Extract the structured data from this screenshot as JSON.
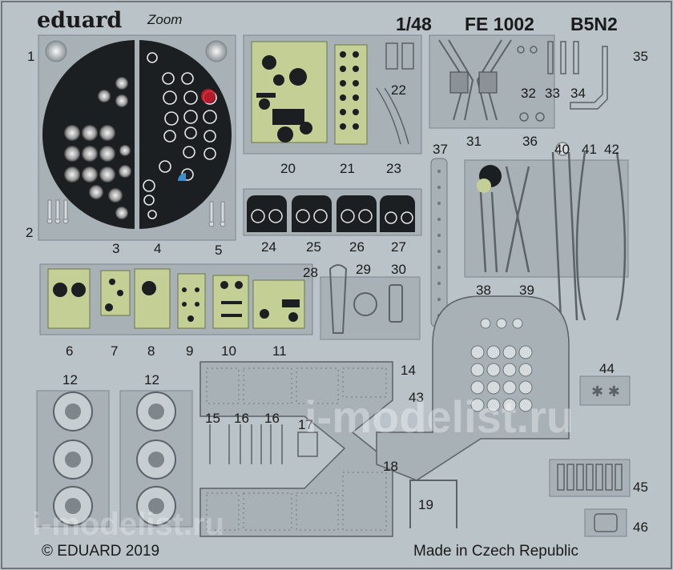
{
  "header": {
    "brand": "eduard",
    "zoom_logo": "Zoom",
    "scale": "1/48",
    "catalog_number": "FE 1002",
    "model": "B5N2"
  },
  "footer": {
    "copyright": "© EDUARD 2019",
    "origin": "Made in Czech Republic"
  },
  "watermark": {
    "center": "i-modelist.ru",
    "bottom": "i-modelist.ru"
  },
  "part_numbers": [
    "1",
    "2",
    "3",
    "4",
    "5",
    "6",
    "7",
    "8",
    "9",
    "10",
    "11",
    "12",
    "12",
    "14",
    "15",
    "16",
    "16",
    "17",
    "18",
    "19",
    "20",
    "21",
    "22",
    "23",
    "24",
    "25",
    "26",
    "27",
    "28",
    "29",
    "30",
    "31",
    "32",
    "33",
    "34",
    "35",
    "36",
    "37",
    "38",
    "39",
    "40",
    "41",
    "42",
    "43",
    "44",
    "45",
    "46"
  ],
  "colors": {
    "fret_background": "#b9c3c8",
    "fret_panel": "#a7b1b6",
    "instrument_panel": "#1c1f22",
    "interior_green": "#c4cf96",
    "text": "#1a1a1a"
  }
}
